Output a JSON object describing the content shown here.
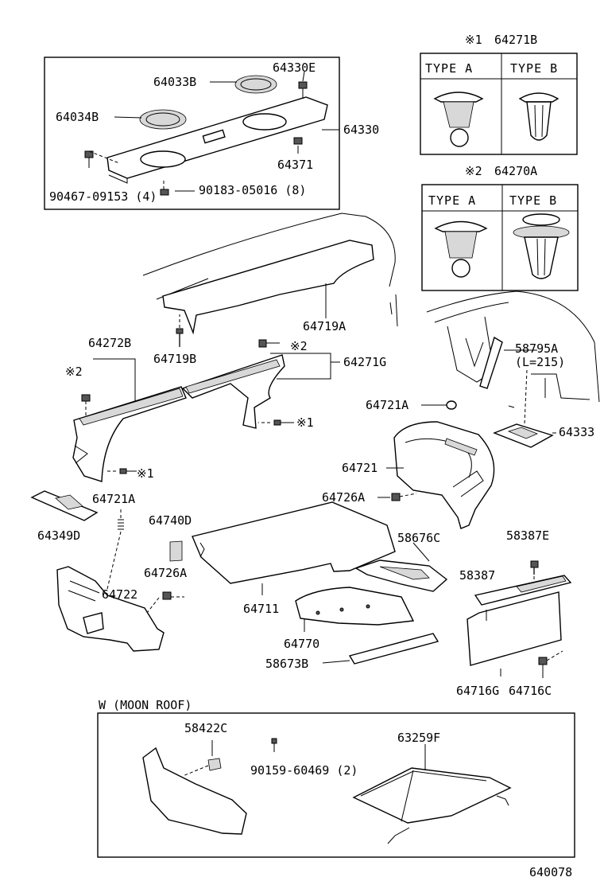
{
  "diagram": {
    "figure_code": "640078",
    "type_labels": {
      "a": "TYPE A",
      "b": "TYPE B"
    },
    "clip1": {
      "marker": "※1",
      "part": "64271B"
    },
    "clip2": {
      "marker": "※2",
      "part": "64270A"
    },
    "parts": {
      "p64330E": "64330E",
      "p64033B": "64033B",
      "p64034B": "64034B",
      "p64330": "64330",
      "p64371": "64371",
      "p90467": "90467-09153 (4)",
      "p90183": "90183-05016 (8)",
      "p64719A": "64719A",
      "p64719B": "64719B",
      "p64272B": "64272B",
      "p64271G": "64271G",
      "p58795A": "58795A",
      "p58795A_len": "(L=215)",
      "p64333": "64333",
      "p64721A_r": "64721A",
      "p64721": "64721",
      "p64726A_r": "64726A",
      "p64721A_l": "64721A",
      "p64349D": "64349D",
      "p64740D": "64740D",
      "p58676C": "58676C",
      "p58387E": "58387E",
      "p64726A_l": "64726A",
      "p64722": "64722",
      "p58387": "58387",
      "p64711": "64711",
      "p64770": "64770",
      "p58673B": "58673B",
      "p64716G": "64716G",
      "p64716C": "64716C",
      "p58422C": "58422C",
      "p63259F": "63259F",
      "p90159": "90159-60469 (2)"
    },
    "markers": {
      "m1a": "※1",
      "m1b": "※1",
      "m2a": "※2",
      "m2b": "※2"
    },
    "moon_roof_label": "W (MOON ROOF)"
  }
}
